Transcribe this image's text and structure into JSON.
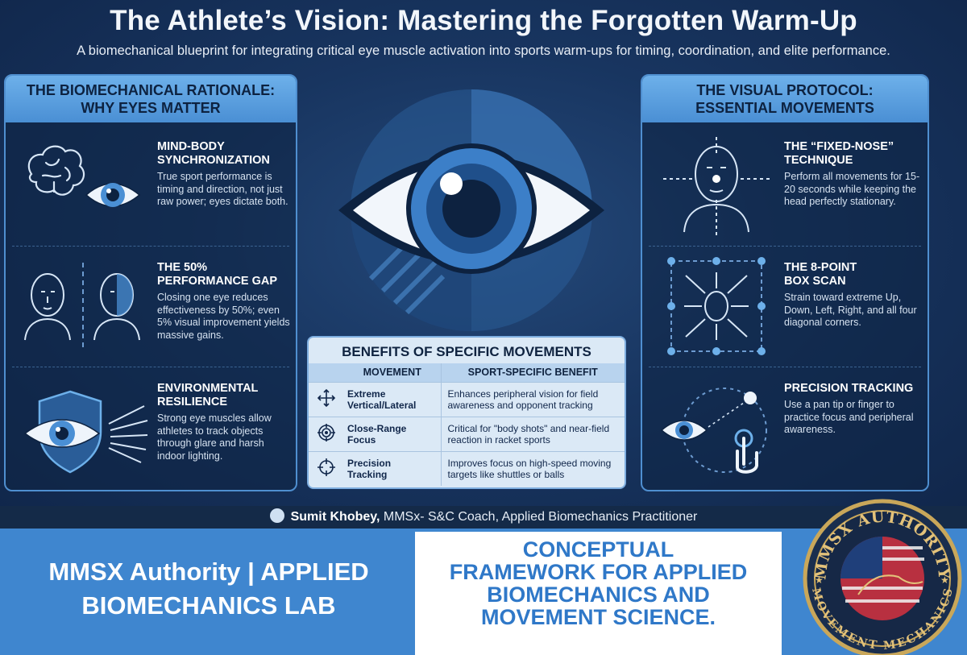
{
  "header": {
    "title": "The Athlete’s Vision: Mastering the Forgotten Warm-Up",
    "subtitle": "A biomechanical blueprint for integrating critical eye muscle activation into sports warm-ups for timing, coordination, and elite performance."
  },
  "left_panel": {
    "heading_line1": "THE BIOMECHANICAL RATIONALE:",
    "heading_line2": "WHY EYES MATTER",
    "items": [
      {
        "title_line1": "MIND-BODY",
        "title_line2": "SYNCHRONIZATION",
        "body": "True sport performance is timing and direction, not just raw power; eyes dictate both.",
        "icon": "brain-and-eye-icon"
      },
      {
        "title_line1": "THE 50%",
        "title_line2": "PERFORMANCE GAP",
        "body": "Closing one eye reduces effectiveness by 50%; even 5% visual improvement yields massive gains.",
        "icon": "face-comparison-icon"
      },
      {
        "title_line1": "ENVIRONMENTAL",
        "title_line2": "RESILIENCE",
        "body": "Strong eye muscles allow athletes to track objects through glare and harsh indoor lighting.",
        "icon": "shield-eye-icon"
      }
    ]
  },
  "right_panel": {
    "heading_line1": "THE VISUAL PROTOCOL:",
    "heading_line2": "ESSENTIAL MOVEMENTS",
    "items": [
      {
        "title_line1": "THE “FIXED-NOSE”",
        "title_line2": "TECHNIQUE",
        "body": "Perform all movements for 15-20 seconds while keeping the head perfectly stationary.",
        "icon": "fixed-head-icon"
      },
      {
        "title_line1": "THE 8-POINT",
        "title_line2": "BOX SCAN",
        "body": "Strain toward extreme Up, Down, Left, Right, and all four diagonal corners.",
        "icon": "box-scan-icon"
      },
      {
        "title_line1": "PRECISION TRACKING",
        "title_line2": "",
        "body": "Use a pan tip or finger to practice focus and peripheral awareness.",
        "icon": "tracking-finger-icon"
      }
    ]
  },
  "benefits_table": {
    "title": "BENEFITS OF SPECIFIC MOVEMENTS",
    "col_movement": "MOVEMENT",
    "col_benefit": "SPORT-SPECIFIC BENEFIT",
    "rows": [
      {
        "movement_line1": "Extreme",
        "movement_line2": "Vertical/Lateral",
        "benefit": "Enhances peripheral vision for field awareness and opponent tracking",
        "icon": "arrows-cross-icon"
      },
      {
        "movement_line1": "Close-Range",
        "movement_line2": "Focus",
        "benefit": "Critical for \"body shots\" and near-field reaction in racket sports",
        "icon": "target-icon"
      },
      {
        "movement_line1": "Precision",
        "movement_line2": "Tracking",
        "benefit": "Improves focus on high-speed moving targets like shuttles or balls",
        "icon": "crosshair-icon"
      }
    ]
  },
  "author": {
    "name": "Sumit Khobey,",
    "role": " MMSx- S&C Coach, Applied Biomechanics Practitioner"
  },
  "footer": {
    "lab_line1": "MMSX Authority | APPLIED",
    "lab_line2": "BIOMECHANICS LAB",
    "concept_line1": "CONCEPTUAL",
    "concept_line2": "FRAMEWORK FOR APPLIED",
    "concept_line3": "BIOMECHANICS AND",
    "concept_line4": "MOVEMENT SCIENCE.",
    "seal_top": "MMSX AUTHORITY",
    "seal_bottom": "MOVEMENT MECHANICS"
  },
  "colors": {
    "accent": "#4a8fd4",
    "panel_border": "#4f8fd0",
    "footer_band": "#3f86cf",
    "concept_text": "#2f78c8"
  }
}
